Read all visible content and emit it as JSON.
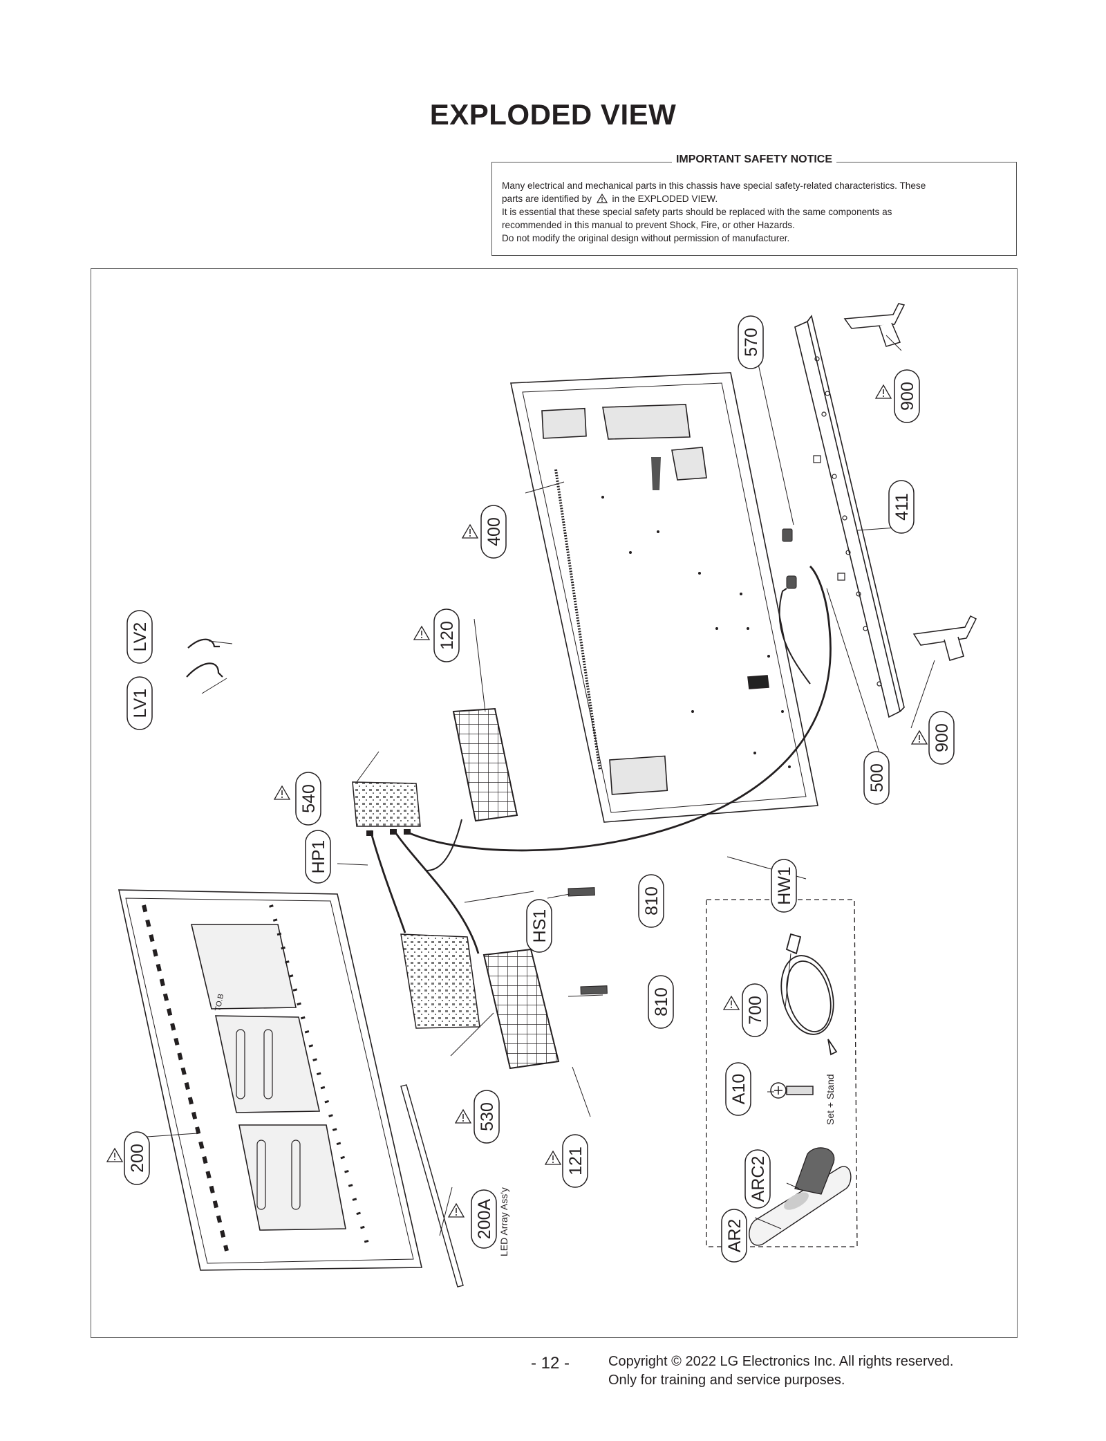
{
  "page": {
    "title": "EXPLODED VIEW",
    "page_number": "- 12 -",
    "copyright_line1": "Copyright © 2022 LG Electronics Inc. All rights reserved.",
    "copyright_line2": "Only for training and service purposes."
  },
  "notice": {
    "title": "IMPORTANT SAFETY NOTICE",
    "line1": "Many electrical and mechanical parts in this chassis have special safety-related characteristics. These",
    "line2a": "parts are identified by",
    "line2b": "in the EXPLODED VIEW.",
    "line3": "It is essential that these special safety parts should be replaced with the same components as",
    "line4": "recommended in this manual to prevent Shock, Fire, or other Hazards.",
    "line5": "Do not modify the original design without permission of manufacturer."
  },
  "diagram": {
    "labels": {
      "p570": "570",
      "p900a": "900",
      "p411": "411",
      "p400": "400",
      "p120": "120",
      "pLV2": "LV2",
      "pLV1": "LV1",
      "p500": "500",
      "p900b": "900",
      "p540": "540",
      "pHP1": "HP1",
      "pHW1": "HW1",
      "p810a": "810",
      "pHS1": "HS1",
      "p810b": "810",
      "p700": "700",
      "pA10": "A10",
      "p530": "530",
      "p200": "200",
      "p121": "121",
      "p200A": "200A",
      "pARC2": "ARC2",
      "pAR2": "AR2"
    },
    "text": {
      "led_array": "LED Array Ass'y",
      "set_stand": "Set + Stand",
      "panel_mark": "TO.B"
    }
  }
}
